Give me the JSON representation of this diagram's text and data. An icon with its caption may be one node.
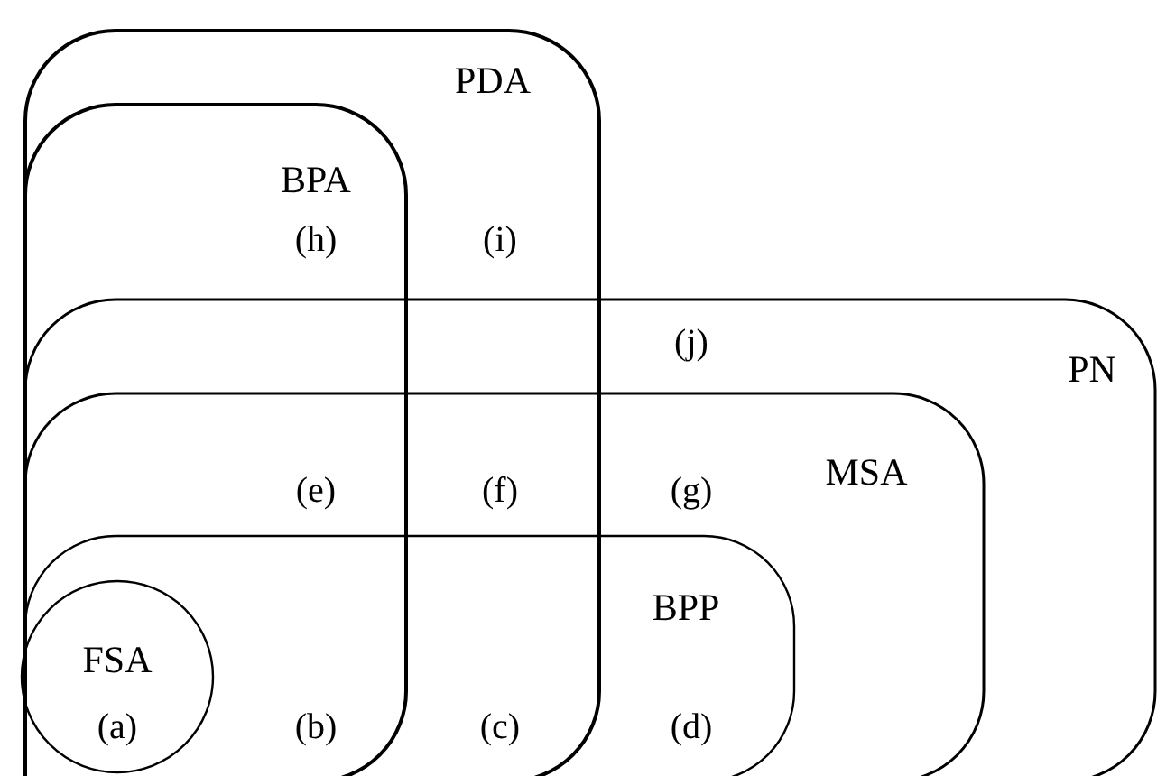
{
  "diagram": {
    "nodes": [
      {
        "text": [
          "PDA"
        ]
      },
      {
        "text": [
          "BPA"
        ],
        "in": 0
      },
      {
        "text": [
          "PN"
        ]
      },
      {
        "text": [
          "MSA"
        ],
        "in": 2
      },
      {
        "text": [
          "BPP"
        ],
        "in": 3
      },
      {
        "text": [
          "FSA"
        ]
      }
    ],
    "labels": [
      "(h)",
      "(i)",
      "(j)",
      "(e)",
      "(f)",
      "(g)",
      "(a)",
      "(b)",
      "(c)",
      "(d)"
    ]
  }
}
